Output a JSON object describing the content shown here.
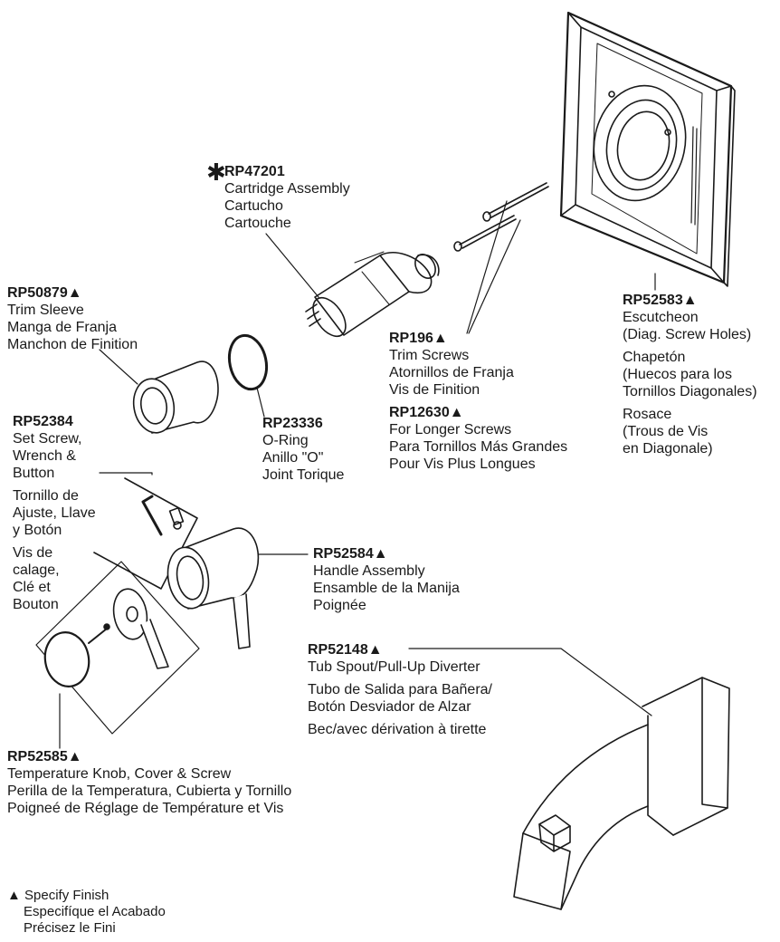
{
  "colors": {
    "line": "#1a1a1a",
    "background": "#ffffff"
  },
  "marker": "▲",
  "star": "✱",
  "parts": {
    "cartridge": {
      "number": "RP47201",
      "lines": [
        "Cartridge Assembly",
        "Cartucho",
        "Cartouche"
      ]
    },
    "trim_sleeve": {
      "number": "RP50879▲",
      "lines": [
        "Trim Sleeve",
        "Manga de Franja",
        "Manchon de Finition"
      ]
    },
    "set_screw": {
      "number": "RP52384",
      "lines": [
        "Set Screw,",
        "Wrench &",
        "Button"
      ],
      "lines_es": [
        "Tornillo de",
        "Ajuste, Llave",
        "y Botón"
      ],
      "lines_fr": [
        "Vis de",
        "calage,",
        "Clé et",
        "Bouton"
      ]
    },
    "oring": {
      "number": "RP23336",
      "lines": [
        "O-Ring",
        "Anillo \"O\"",
        "Joint Torique"
      ]
    },
    "trim_screws": {
      "number": "RP196▲",
      "lines": [
        "Trim Screws",
        "Atornillos de Franja",
        "Vis de Finition"
      ]
    },
    "longer_screws": {
      "number": "RP12630▲",
      "lines": [
        "For Longer Screws",
        "Para Tornillos Más Grandes",
        "Pour Vis Plus Longues"
      ]
    },
    "escutcheon": {
      "number": "RP52583▲",
      "lines_en": [
        "Escutcheon",
        "(Diag. Screw Holes)"
      ],
      "lines_es": [
        "Chapetón",
        "(Huecos para los",
        "Tornillos Diagonales)"
      ],
      "lines_fr": [
        "Rosace",
        "(Trous de Vis",
        "en Diagonale)"
      ]
    },
    "handle": {
      "number": "RP52584▲",
      "lines": [
        "Handle Assembly",
        "Ensamble de la Manija",
        "Poignée"
      ]
    },
    "tub_spout": {
      "number": "RP52148▲",
      "lines_en": [
        "Tub Spout/Pull-Up Diverter"
      ],
      "lines_es": [
        "Tubo de Salida para Bañera/",
        "Botón Desviador de Alzar"
      ],
      "lines_fr": [
        "Bec/avec dérivation à tirette"
      ]
    },
    "temp_knob": {
      "number": "RP52585▲",
      "lines": [
        "Temperature Knob, Cover & Screw",
        "Perilla de la Temperatura, Cubierta y Tornillo",
        "Poigneé de Réglage de Température et Vis"
      ]
    }
  },
  "legend": {
    "lines": [
      "▲ Specify Finish",
      "Especifíque el Acabado",
      "Précisez le Fini"
    ]
  }
}
